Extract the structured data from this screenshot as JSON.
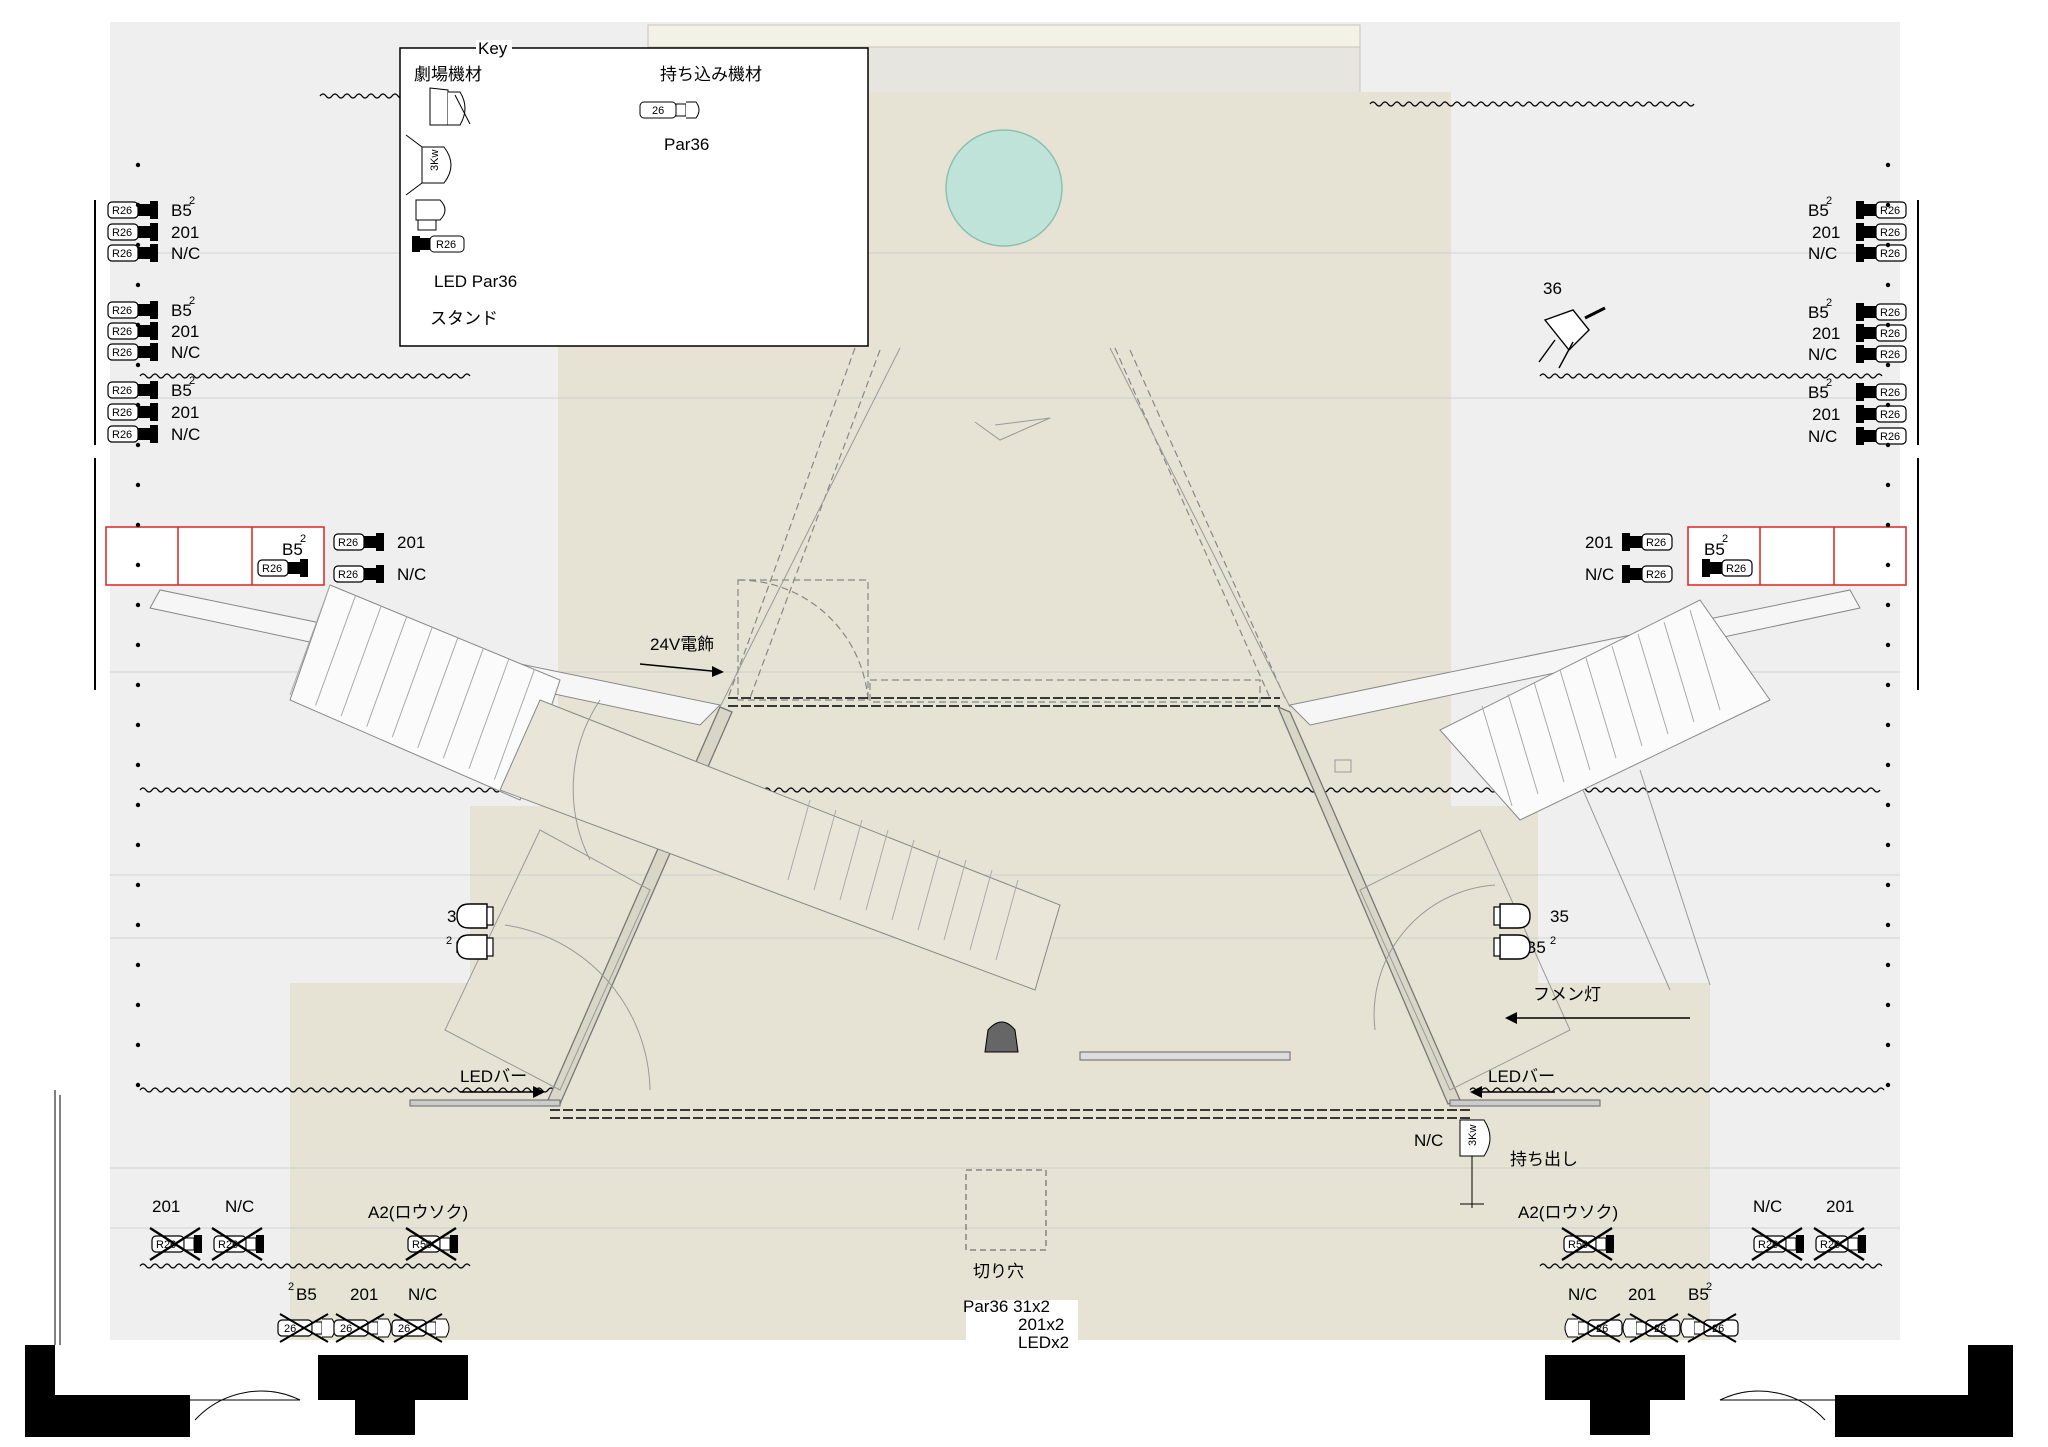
{
  "key": {
    "title": "Key",
    "theatre_equipment": "劇場機材",
    "brought_in_equipment": "持ち込み機材",
    "par36": "Par36",
    "led_par36": "LED Par36",
    "stand": "スタンド",
    "label_3kw": "3Kw",
    "gel_r26": "R26",
    "gel_26": "26"
  },
  "side_booms": {
    "left": [
      {
        "a": "B5",
        "sup": "2",
        "b": "201",
        "c": "N/C"
      },
      {
        "a": "B5",
        "sup": "2",
        "b": "201",
        "c": "N/C"
      },
      {
        "a": "B5",
        "sup": "2",
        "b": "201",
        "c": "N/C"
      }
    ],
    "right": [
      {
        "a": "B5",
        "sup": "2",
        "b": "201",
        "c": "N/C"
      },
      {
        "a": "B5",
        "sup": "2",
        "b": "201",
        "c": "N/C"
      },
      {
        "a": "B5",
        "sup": "2",
        "b": "201",
        "c": "N/C"
      }
    ],
    "gel": "R26"
  },
  "mid_booms": {
    "left": {
      "b5": "B5",
      "sup": "2",
      "n201": "201",
      "nc": "N/C"
    },
    "right": {
      "b5": "B5",
      "sup": "2",
      "n201": "201",
      "nc": "N/C"
    },
    "gel": "R26"
  },
  "stage_labels": {
    "fixture_36": "36",
    "garland_24v": "24V電飾",
    "left_35": "35",
    "left_b5": "B5",
    "left_b5_sup": "2",
    "right_35": "35",
    "right_b5": "B5",
    "right_b5_sup": "2",
    "fumen_light": "フメン灯",
    "led_bar_left": "LEDバー",
    "led_bar_right": "LEDバー",
    "nc_3kw": "N/C",
    "takeout": "持ち出し",
    "cut_hole": "切り穴"
  },
  "front": {
    "left_201": "201",
    "left_nc": "N/C",
    "left_a2": "A2(ロウソク)",
    "right_a2": "A2(ロウソク)",
    "right_nc": "N/C",
    "right_201": "201",
    "gel_r26": "R26",
    "gel_r50": "R50",
    "apron_left": {
      "b5": "B5",
      "sup": "2",
      "n201": "201",
      "nc": "N/C"
    },
    "apron_right": {
      "nc": "N/C",
      "n201": "201",
      "b5": "B5",
      "sup": "2"
    },
    "gel_26": "26"
  },
  "summary": {
    "line1": "Par36  31x2",
    "line2": "201x2",
    "line3": "LEDx2"
  },
  "colors": {
    "stage_floor": "#e6e2d4",
    "offstage": "#efefef",
    "red_box": "#e03030",
    "circle": "#bfe3d9"
  }
}
